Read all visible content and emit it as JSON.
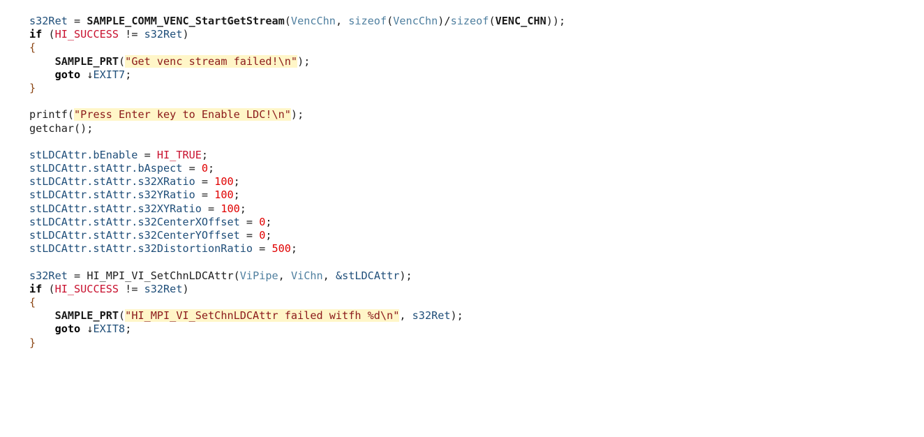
{
  "lines": [
    {
      "tokens": [
        {
          "t": "s32Ret",
          "c": "var"
        },
        {
          "t": " = ",
          "c": "punct"
        },
        {
          "t": "SAMPLE_COMM_VENC_StartGetStream",
          "c": "macro"
        },
        {
          "t": "(",
          "c": "punct"
        },
        {
          "t": "VencChn",
          "c": "param"
        },
        {
          "t": ", ",
          "c": "punct"
        },
        {
          "t": "sizeof",
          "c": "param"
        },
        {
          "t": "(",
          "c": "punct"
        },
        {
          "t": "VencChn",
          "c": "param"
        },
        {
          "t": ")/",
          "c": "punct"
        },
        {
          "t": "sizeof",
          "c": "param"
        },
        {
          "t": "(",
          "c": "punct"
        },
        {
          "t": "VENC_CHN",
          "c": "macro"
        },
        {
          "t": "));",
          "c": "punct"
        }
      ]
    },
    {
      "tokens": [
        {
          "t": "if",
          "c": "kw"
        },
        {
          "t": " (",
          "c": "punct"
        },
        {
          "t": "HI_SUCCESS",
          "c": "mac-red"
        },
        {
          "t": " != ",
          "c": "punct"
        },
        {
          "t": "s32Ret",
          "c": "var"
        },
        {
          "t": ")",
          "c": "punct"
        }
      ]
    },
    {
      "tokens": [
        {
          "t": "{",
          "c": "brace"
        }
      ]
    },
    {
      "tokens": [
        {
          "t": "    ",
          "c": "punct"
        },
        {
          "t": "SAMPLE_PRT",
          "c": "macro"
        },
        {
          "t": "(",
          "c": "punct"
        },
        {
          "t": "\"Get venc stream failed!\\n\"",
          "c": "str"
        },
        {
          "t": ");",
          "c": "punct"
        }
      ]
    },
    {
      "tokens": [
        {
          "t": "    ",
          "c": "punct"
        },
        {
          "t": "goto",
          "c": "kw"
        },
        {
          "t": " ",
          "c": "punct"
        },
        {
          "t": "↓",
          "c": "arrow"
        },
        {
          "t": "EXIT7",
          "c": "label"
        },
        {
          "t": ";",
          "c": "punct"
        }
      ]
    },
    {
      "tokens": [
        {
          "t": "}",
          "c": "brace"
        }
      ]
    },
    {
      "tokens": []
    },
    {
      "tokens": [
        {
          "t": "printf",
          "c": "id"
        },
        {
          "t": "(",
          "c": "punct"
        },
        {
          "t": "\"Press Enter key to Enable LDC!\\n\"",
          "c": "str"
        },
        {
          "t": ");",
          "c": "punct"
        }
      ]
    },
    {
      "tokens": [
        {
          "t": "getchar",
          "c": "id"
        },
        {
          "t": "();",
          "c": "punct"
        }
      ]
    },
    {
      "tokens": []
    },
    {
      "tokens": [
        {
          "t": "stLDCAttr.bEnable",
          "c": "var"
        },
        {
          "t": " = ",
          "c": "punct"
        },
        {
          "t": "HI_TRUE",
          "c": "mac-red"
        },
        {
          "t": ";",
          "c": "punct"
        }
      ]
    },
    {
      "tokens": [
        {
          "t": "stLDCAttr.stAttr.bAspect",
          "c": "var"
        },
        {
          "t": " = ",
          "c": "punct"
        },
        {
          "t": "0",
          "c": "num"
        },
        {
          "t": ";",
          "c": "punct"
        }
      ]
    },
    {
      "tokens": [
        {
          "t": "stLDCAttr.stAttr.s32XRatio",
          "c": "var"
        },
        {
          "t": " = ",
          "c": "punct"
        },
        {
          "t": "100",
          "c": "num"
        },
        {
          "t": ";",
          "c": "punct"
        }
      ]
    },
    {
      "tokens": [
        {
          "t": "stLDCAttr.stAttr.s32YRatio",
          "c": "var"
        },
        {
          "t": " = ",
          "c": "punct"
        },
        {
          "t": "100",
          "c": "num"
        },
        {
          "t": ";",
          "c": "punct"
        }
      ]
    },
    {
      "tokens": [
        {
          "t": "stLDCAttr.stAttr.s32XYRatio",
          "c": "var"
        },
        {
          "t": " = ",
          "c": "punct"
        },
        {
          "t": "100",
          "c": "num"
        },
        {
          "t": ";",
          "c": "punct"
        }
      ]
    },
    {
      "tokens": [
        {
          "t": "stLDCAttr.stAttr.s32CenterXOffset",
          "c": "var"
        },
        {
          "t": " = ",
          "c": "punct"
        },
        {
          "t": "0",
          "c": "num"
        },
        {
          "t": ";",
          "c": "punct"
        }
      ]
    },
    {
      "tokens": [
        {
          "t": "stLDCAttr.stAttr.s32CenterYOffset",
          "c": "var"
        },
        {
          "t": " = ",
          "c": "punct"
        },
        {
          "t": "0",
          "c": "num"
        },
        {
          "t": ";",
          "c": "punct"
        }
      ]
    },
    {
      "tokens": [
        {
          "t": "stLDCAttr.stAttr.s32DistortionRatio",
          "c": "var"
        },
        {
          "t": " = ",
          "c": "punct"
        },
        {
          "t": "500",
          "c": "num"
        },
        {
          "t": ";",
          "c": "punct"
        }
      ]
    },
    {
      "tokens": []
    },
    {
      "tokens": [
        {
          "t": "s32Ret",
          "c": "var"
        },
        {
          "t": " = ",
          "c": "punct"
        },
        {
          "t": "HI_MPI_VI_SetChnLDCAttr",
          "c": "id"
        },
        {
          "t": "(",
          "c": "punct"
        },
        {
          "t": "ViPipe",
          "c": "param"
        },
        {
          "t": ", ",
          "c": "punct"
        },
        {
          "t": "ViChn",
          "c": "param"
        },
        {
          "t": ", ",
          "c": "punct"
        },
        {
          "t": "&stLDCAttr",
          "c": "var"
        },
        {
          "t": ");",
          "c": "punct"
        }
      ]
    },
    {
      "tokens": [
        {
          "t": "if",
          "c": "kw"
        },
        {
          "t": " (",
          "c": "punct"
        },
        {
          "t": "HI_SUCCESS",
          "c": "mac-red"
        },
        {
          "t": " != ",
          "c": "punct"
        },
        {
          "t": "s32Ret",
          "c": "var"
        },
        {
          "t": ")",
          "c": "punct"
        }
      ]
    },
    {
      "tokens": [
        {
          "t": "{",
          "c": "brace"
        }
      ]
    },
    {
      "tokens": [
        {
          "t": "    ",
          "c": "punct"
        },
        {
          "t": "SAMPLE_PRT",
          "c": "macro"
        },
        {
          "t": "(",
          "c": "punct"
        },
        {
          "t": "\"HI_MPI_VI_SetChnLDCAttr failed witfh %d\\n\"",
          "c": "str"
        },
        {
          "t": ", ",
          "c": "punct"
        },
        {
          "t": "s32Ret",
          "c": "var"
        },
        {
          "t": ");",
          "c": "punct"
        }
      ]
    },
    {
      "tokens": [
        {
          "t": "    ",
          "c": "punct"
        },
        {
          "t": "goto",
          "c": "kw"
        },
        {
          "t": " ",
          "c": "punct"
        },
        {
          "t": "↓",
          "c": "arrow"
        },
        {
          "t": "EXIT8",
          "c": "label"
        },
        {
          "t": ";",
          "c": "punct"
        }
      ]
    },
    {
      "tokens": [
        {
          "t": "}",
          "c": "brace"
        }
      ]
    }
  ]
}
